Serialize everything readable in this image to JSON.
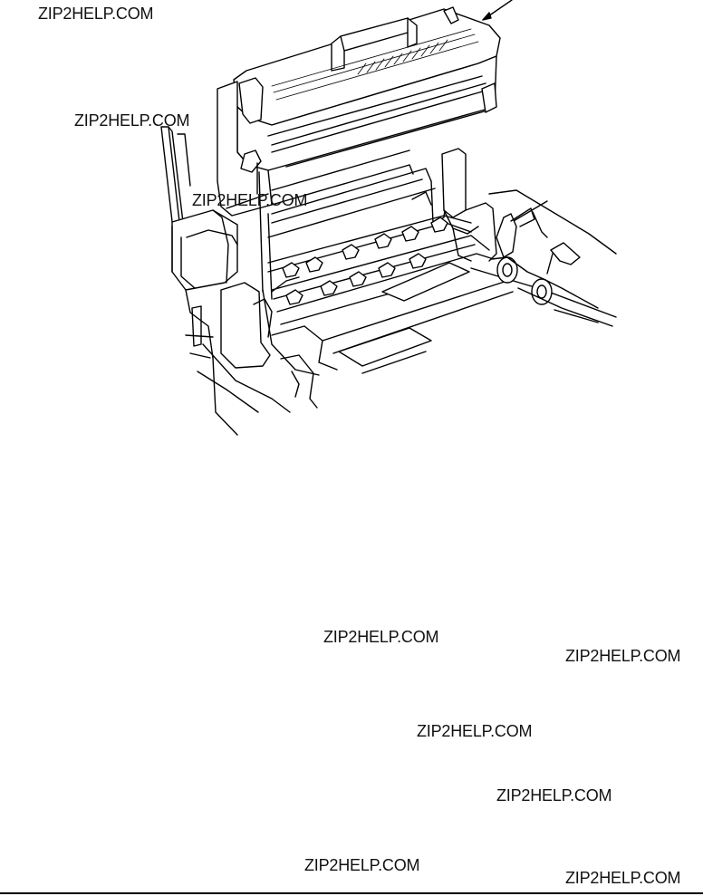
{
  "watermarks": [
    "ZIP2HELP.COM",
    "ZIP2HELP.COM",
    "ZIP2HELP.COM",
    "ZIP2HELP.COM",
    "ZIP2HELP.COM",
    "ZIP2HELP.COM",
    "ZIP2HELP.COM",
    "ZIP2HELP.COM",
    "ZIP2HELP.COM"
  ],
  "illustration": {
    "subject": "printer-fuser-unit-removal-line-drawing"
  }
}
